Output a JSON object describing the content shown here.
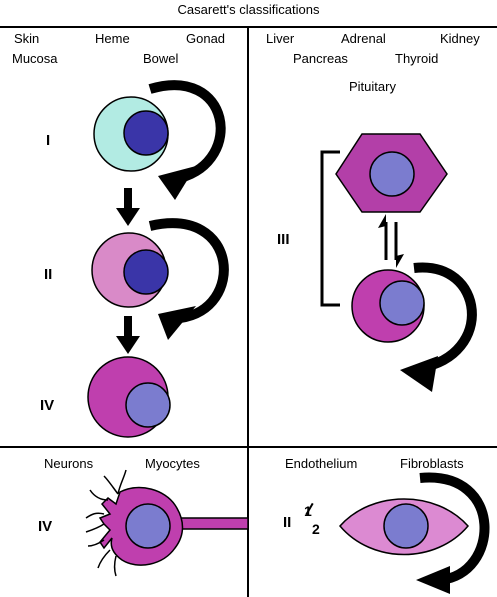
{
  "title": "Casarett's classifications",
  "quadrants": {
    "top_left": {
      "tissues": [
        "Skin",
        "Heme",
        "Gonad",
        "Mucosa",
        "Bowel"
      ],
      "stages": [
        "I",
        "II",
        "IV"
      ]
    },
    "top_right": {
      "tissues": [
        "Liver",
        "Adrenal",
        "Kidney",
        "Pancreas",
        "Thyroid",
        "Pituitary"
      ],
      "stages": [
        "III"
      ]
    },
    "bottom_left": {
      "tissues": [
        "Neurons",
        "Myocytes"
      ],
      "stages": [
        "IV"
      ]
    },
    "bottom_right": {
      "tissues": [
        "Endothelium",
        "Fibroblasts"
      ],
      "stage": {
        "whole": "II",
        "numerator": "1",
        "denominator": "2"
      }
    }
  },
  "colors": {
    "cell_I": "#b2ebe3",
    "cell_II": "#d98ac8",
    "cell_IV": "#bf3fae",
    "hexagon": "#b33fa8",
    "fibroblast": "#dc8ad2",
    "nucleus_dark": "#3a35a8",
    "nucleus_light": "#7b7ccf"
  }
}
